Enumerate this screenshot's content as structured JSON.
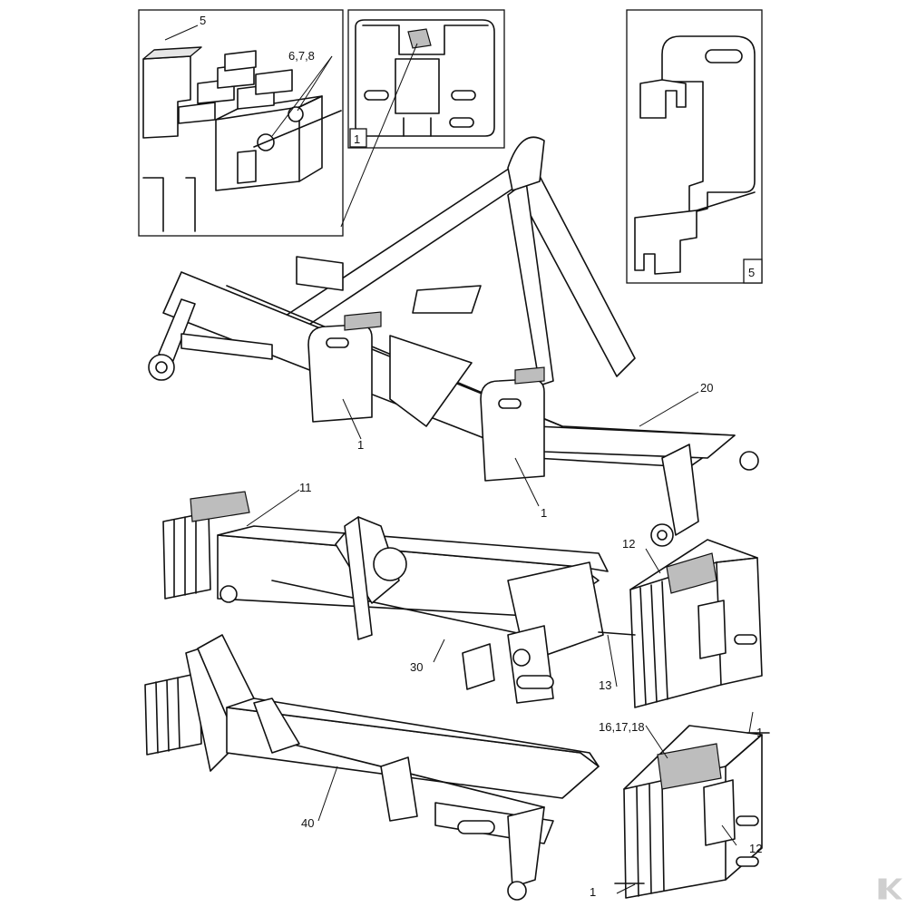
{
  "diagram": {
    "labels": {
      "detail_a_5": "5",
      "detail_a_678": "6,7,8",
      "detail_b_1": "1",
      "detail_c_5": "5",
      "main_20": "20",
      "main_1_left": "1",
      "main_1_right": "1",
      "frame_11": "11",
      "frame_30": "30",
      "weight_12_upper": "12",
      "weight_13": "13",
      "frame_40": "40",
      "weight_161718": "16,17,18",
      "weight_1_top": "1",
      "weight_12_lower": "12",
      "weight_1_bottom": "1"
    },
    "logo": "K"
  }
}
